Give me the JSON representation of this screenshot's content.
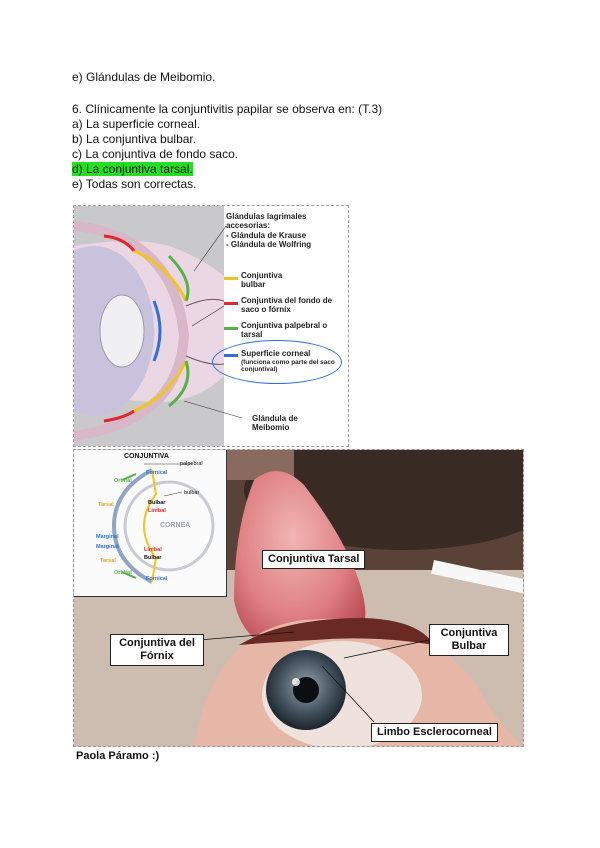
{
  "text": {
    "prev_option": "e) Glándulas de Meibomio.",
    "question": "6. Clínicamente la conjuntivitis papilar se observa en: (T.3)",
    "options": [
      "a) La superficie corneal.",
      "b) La conjuntiva bulbar.",
      "c) La conjuntiva de fondo saco.",
      "d) La conjuntiva tarsal.",
      "e) Todas son correctas."
    ],
    "author": "Paola Páramo :)"
  },
  "highlight_color": "#22e01f",
  "diagram1": {
    "gland_title": "Glándulas lagrimales accesorias:",
    "gland_krause": "- Glándula de Krause",
    "gland_wolfring": "- Glándula de Wolfring",
    "bulbar": "Conjuntiva bulbar",
    "fornix": "Conjuntiva del fondo de saco o fórnix",
    "tarsal": "Conjuntiva palpebral o tarsal",
    "corneal": "Superficie corneal",
    "corneal_note": "(funciona como parte del saco conjuntival)",
    "meibomio": "Glándula de Meibomio",
    "colors": {
      "bulbar": "#f2c51a",
      "fornix": "#e2262a",
      "tarsal": "#58b04a",
      "corneal": "#2f6fd6"
    }
  },
  "photo": {
    "tarsal": "Conjuntiva Tarsal",
    "fornix": "Conjuntiva del Fórnix",
    "bulbar": "Conjuntiva Bulbar",
    "limbo": "Limbo Esclerocorneal"
  },
  "inset": {
    "title": "CONJUNTIVA",
    "palpebral": "palpebral",
    "bulbar": "bulbar",
    "cornea": "CORNEA",
    "fornical_top": "Fornical",
    "fornical_bottom": "Fornical",
    "orbital_top": "Orbital",
    "orbital_bottom": "Orbital",
    "tarsal_top": "Tarsal",
    "tarsal_bottom": "Tarsal",
    "marginal_top": "Marginal",
    "marginal_bottom": "Marginal",
    "bulbar_top": "Bulbar",
    "bulbar_bottom": "Bulbar",
    "limbal_top": "Limbal",
    "limbal_bottom": "Limbal"
  }
}
